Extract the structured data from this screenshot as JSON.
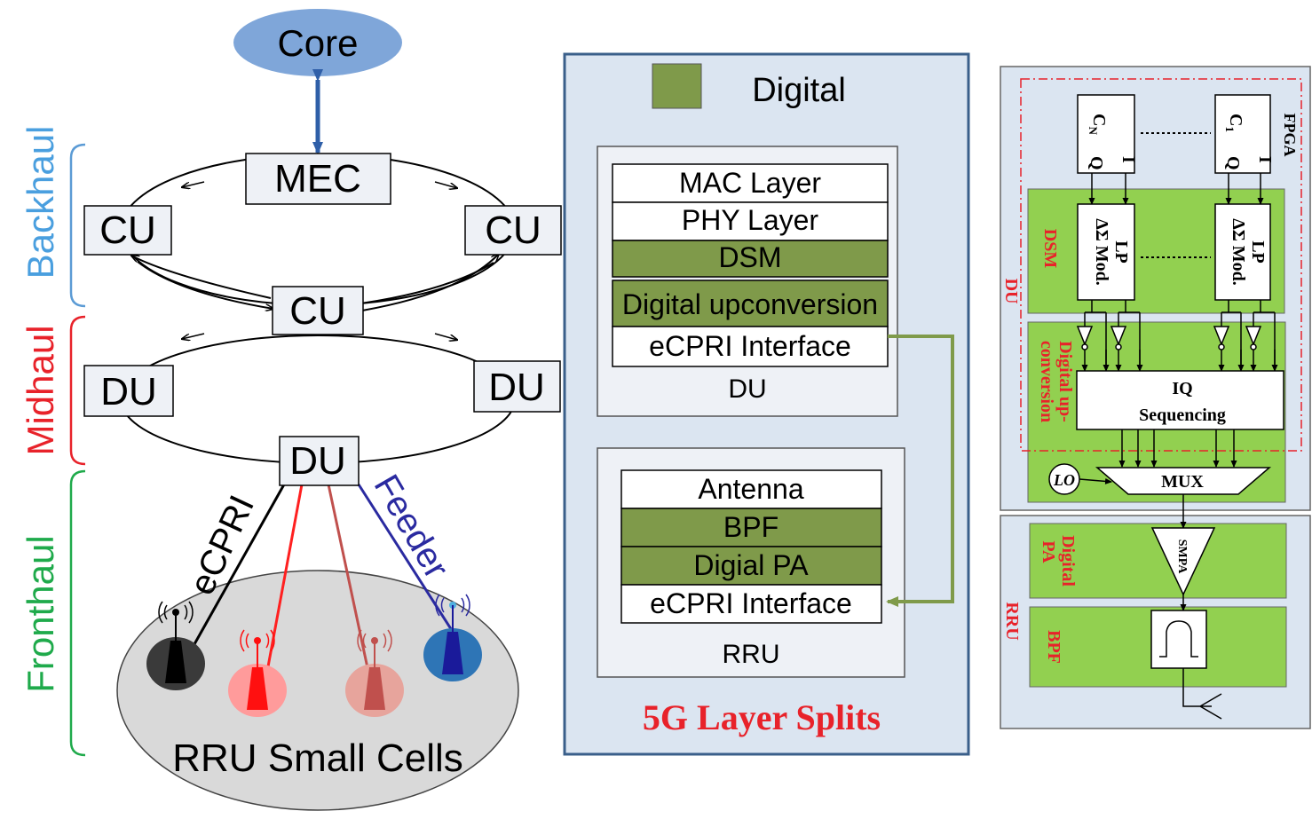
{
  "left": {
    "core": "Core",
    "mec": "MEC",
    "cu_left": "CU",
    "cu_right": "CU",
    "cu_center": "CU",
    "du_left": "DU",
    "du_right": "DU",
    "du_center": "DU",
    "backhaul": "Backhaul",
    "midhaul": "Midhaul",
    "fronthaul": "Fronthaul",
    "ecpri": "eCPRI",
    "feeder": "Feeder",
    "rru_cells": "RRU Small Cells"
  },
  "middle": {
    "legend_label": "Digital",
    "du_layers": [
      "MAC Layer",
      "PHY Layer",
      "DSM",
      "Digital upconversion",
      "eCPRI Interface"
    ],
    "du_label": "DU",
    "rru_layers": [
      "Antenna",
      "BPF",
      "Digial PA",
      "eCPRI Interface"
    ],
    "rru_label": "RRU",
    "title": "5G Layer Splits"
  },
  "right": {
    "fpga": "FPGA",
    "cn": "C",
    "cn_sub": "N",
    "c1": "C",
    "c1_sub": "1",
    "i": "I",
    "q": "Q",
    "lp": "LP",
    "mod": "ΔΣ Mod.",
    "dsm": "DSM",
    "du": "DU",
    "dig_up_1": "Digital up-",
    "dig_up_2": "conversion",
    "iq": "IQ",
    "sequencing": "Sequencing",
    "lo": "LO",
    "mux": "MUX",
    "smpa": "SMPA",
    "digital_pa_1": "Digital",
    "digital_pa_2": "PA",
    "rru": "RRU",
    "bpf": "BPF"
  },
  "colors": {
    "green": "#7f9a4a",
    "light_green": "#92d050",
    "panel": "#dbe5f1",
    "core": "#7fa6d9",
    "red_label": "#e8222a",
    "blue_label": "#4a9fdf",
    "green_label": "#1faa4b"
  }
}
